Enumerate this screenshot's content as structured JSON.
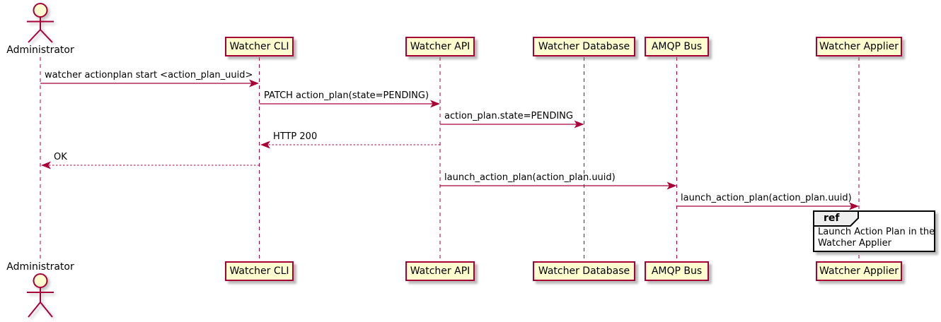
{
  "colors": {
    "background": "#FFFFFF",
    "participant_fill": "#FEFECE",
    "participant_border": "#A80036",
    "line": "#A80036",
    "text": "#000000",
    "ref_border": "#000000",
    "ref_header_fill": "#EEEEEE"
  },
  "actor": {
    "label": "Administrator"
  },
  "participants": [
    {
      "label": "Watcher CLI"
    },
    {
      "label": "Watcher API"
    },
    {
      "label": "Watcher Database"
    },
    {
      "label": "AMQP Bus"
    },
    {
      "label": "Watcher Applier"
    }
  ],
  "messages": [
    {
      "from": "Administrator",
      "to": "Watcher CLI",
      "text": "watcher actionplan start <action_plan_uuid>",
      "line": "solid"
    },
    {
      "from": "Watcher CLI",
      "to": "Watcher API",
      "text": "PATCH action_plan(state=PENDING)",
      "line": "solid"
    },
    {
      "from": "Watcher API",
      "to": "Watcher Database",
      "text": "action_plan.state=PENDING",
      "line": "solid"
    },
    {
      "from": "Watcher API",
      "to": "Watcher CLI",
      "text": "HTTP 200",
      "line": "dotted"
    },
    {
      "from": "Watcher CLI",
      "to": "Administrator",
      "text": "OK",
      "line": "dotted"
    },
    {
      "from": "Watcher API",
      "to": "AMQP Bus",
      "text": "launch_action_plan(action_plan.uuid)",
      "line": "solid"
    },
    {
      "from": "AMQP Bus",
      "to": "Watcher Applier",
      "text": "launch_action_plan(action_plan.uuid)",
      "line": "solid"
    }
  ],
  "ref": {
    "keyword": "ref",
    "lines": [
      "Launch Action Plan in the",
      "Watcher Applier"
    ]
  }
}
